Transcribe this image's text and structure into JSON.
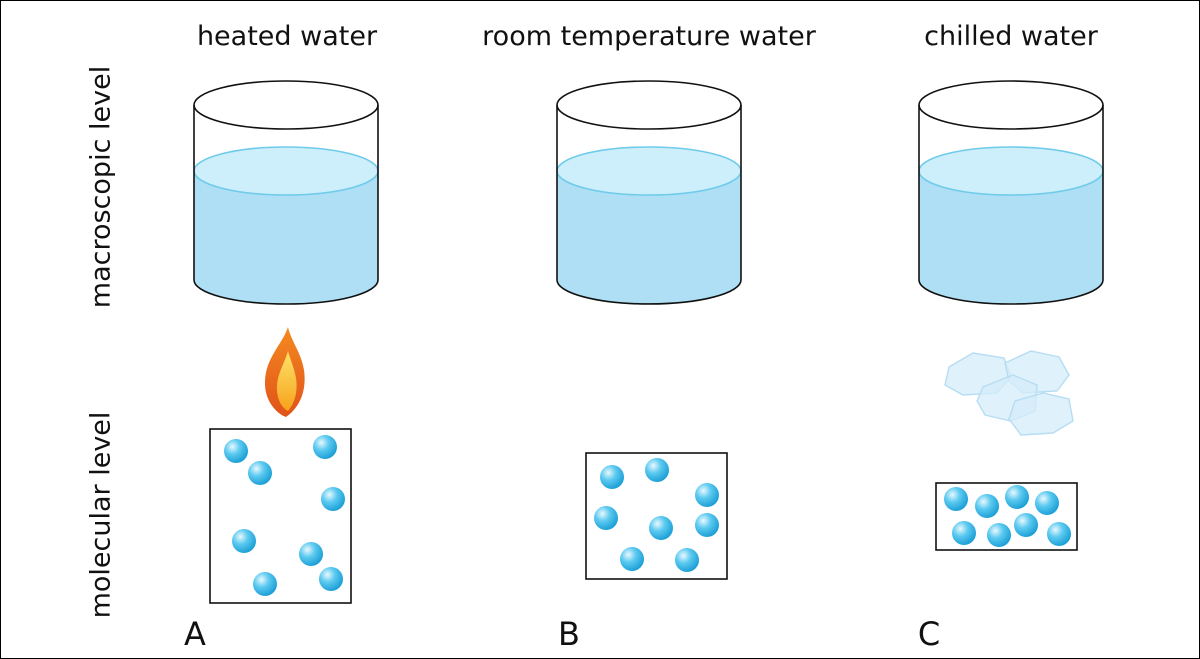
{
  "columns": [
    {
      "title": "heated water",
      "letter": "A"
    },
    {
      "title": "room temperature water",
      "letter": "B"
    },
    {
      "title": "chilled water",
      "letter": "C"
    }
  ],
  "rows": {
    "macroscopic": "macroscopic level",
    "molecular": "molecular level"
  },
  "colors": {
    "water": "#aedff5",
    "water_surface": "#cdeefb",
    "water_line": "#6fcbe9",
    "molecule": "#35b6e6",
    "outline": "#111111",
    "flame_outer": "#ef6c1a",
    "flame_inner": "#fbc12c",
    "ice": "#d4ecfa"
  },
  "icons": {
    "heat": "flame-icon",
    "cold": "ice-cubes-icon"
  }
}
